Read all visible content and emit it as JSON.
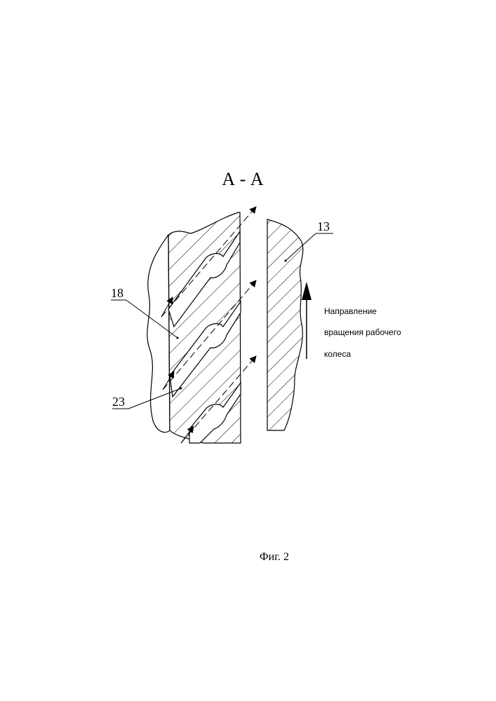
{
  "section_title": "А - А",
  "labels": {
    "part_18": "18",
    "part_23": "23",
    "part_13": "13"
  },
  "rotation_direction": {
    "line1": "Направление",
    "line2": "вращения рабочего",
    "line3": "колеса"
  },
  "figure_caption": "Фиг. 2",
  "colors": {
    "ink": "#000000",
    "paper": "#ffffff"
  }
}
